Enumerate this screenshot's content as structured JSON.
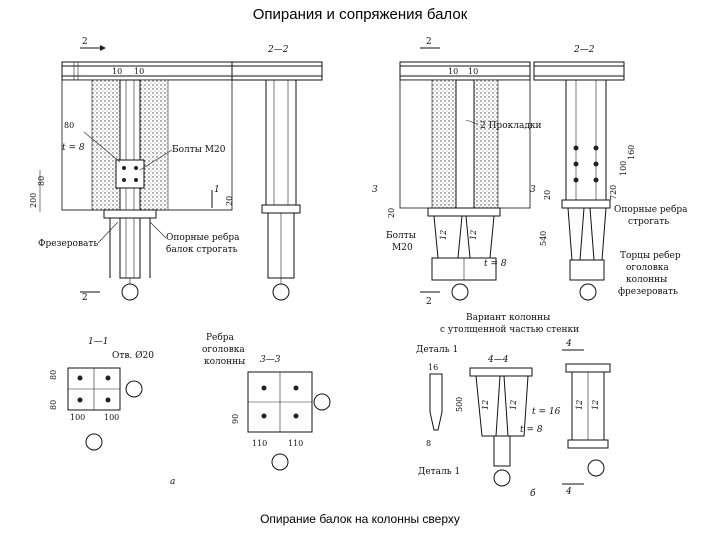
{
  "title": "Опирания и сопряжения балок",
  "caption": "Опирание балок на колонны сверху",
  "labels": {
    "sec_2": "2",
    "sec_2_2": "2—2",
    "sec_1": "1",
    "sec_1_1": "1—1",
    "sec_3": "3",
    "sec_3_3": "3—3",
    "sec_4": "4",
    "sec_4_4": "4—4",
    "d10a": "10",
    "d10b": "10",
    "d80": "80",
    "t8": "t = 8",
    "bolts": "Болты М20",
    "d200": "200",
    "d80v": "80",
    "d20": "20",
    "mill": "Фрезеровать",
    "ribs": "Опорные ребра",
    "ribs2": "балок строгать",
    "gaskets": "2 Прокладки",
    "bolts_m": "Болты",
    "bolts_m2": "М20",
    "d540": "540",
    "d12a": "12",
    "d12b": "12",
    "t8b": "t = 8",
    "ribs_r1": "Опорные ребра",
    "ribs_r2": "строгать",
    "ends1": "Торцы ребер",
    "ends2": "оголовка",
    "ends3": "колонны",
    "ends4": "фрезеровать",
    "d720": "720",
    "d100": "100",
    "d160": "160",
    "variant1": "Вариант колонны",
    "variant2": "с утолщенной частью стенки",
    "hole": "Отв. Ø20",
    "d100a": "100",
    "d100b": "100",
    "d80c": "80",
    "d80d": "80",
    "rib_h1": "Ребра",
    "rib_h2": "оголовка",
    "rib_h3": "колонны",
    "d90": "90",
    "d110a": "110",
    "d110b": "110",
    "detail1": "Деталь 1",
    "detail1b": "Деталь 1",
    "d16": "16",
    "d500": "500",
    "d8": "8",
    "t16": "t = 16",
    "t8c": "t = 8",
    "d12c": "12",
    "d12d": "12",
    "letter_a": "а",
    "letter_b": "б"
  }
}
